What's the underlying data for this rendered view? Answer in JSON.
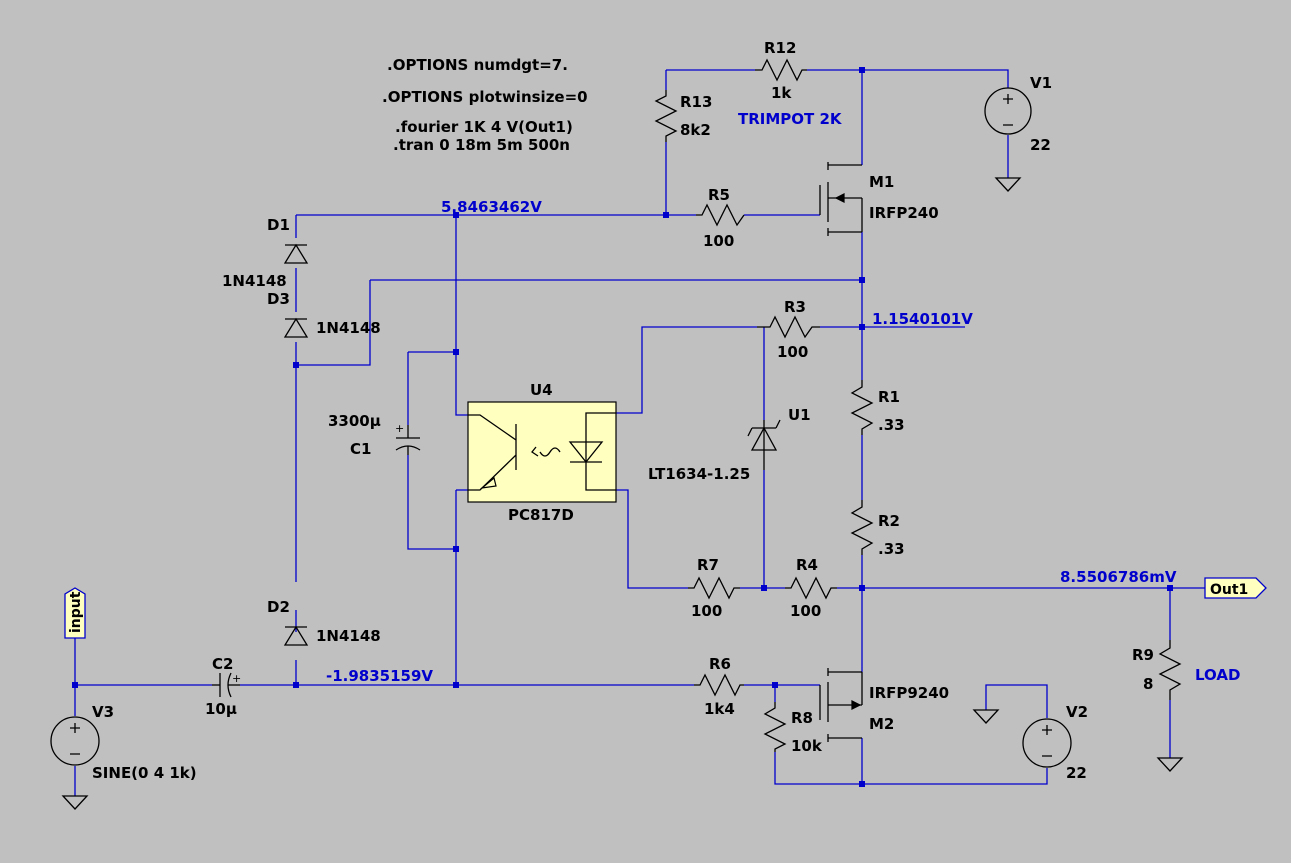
{
  "directives": [
    ".OPTIONS numdgt=7.",
    ".OPTIONS plotwinsize=0",
    ".fourier 1K 4 V(Out1)",
    ".tran 0 18m 5m 500n"
  ],
  "node_voltages": {
    "top": "5.8463462V",
    "mid": "1.1540101V",
    "out": "8.5506786mV",
    "bottom": "-1.9835159V"
  },
  "notes": {
    "trimpot": "TRIMPOT 2K",
    "load": "LOAD"
  },
  "ports": {
    "input": "input",
    "out": "Out1"
  },
  "components": {
    "R12": {
      "name": "R12",
      "value": "1k"
    },
    "R13": {
      "name": "R13",
      "value": "8k2"
    },
    "R5": {
      "name": "R5",
      "value": "100"
    },
    "R3": {
      "name": "R3",
      "value": "100"
    },
    "R1": {
      "name": "R1",
      "value": ".33"
    },
    "R2": {
      "name": "R2",
      "value": ".33"
    },
    "R7": {
      "name": "R7",
      "value": "100"
    },
    "R4": {
      "name": "R4",
      "value": "100"
    },
    "R6": {
      "name": "R6",
      "value": "1k4"
    },
    "R8": {
      "name": "R8",
      "value": "10k"
    },
    "R9": {
      "name": "R9",
      "value": "8"
    },
    "V1": {
      "name": "V1",
      "value": "22"
    },
    "V2": {
      "name": "V2",
      "value": "22"
    },
    "V3": {
      "name": "V3",
      "value": "SINE(0 4 1k)"
    },
    "M1": {
      "name": "M1",
      "value": "IRFP240"
    },
    "M2": {
      "name": "M2",
      "value": "IRFP9240"
    },
    "D1": {
      "name": "D1",
      "value": "1N4148"
    },
    "D3": {
      "name": "D3",
      "value": "1N4148"
    },
    "D2": {
      "name": "D2",
      "value": "1N4148"
    },
    "C1": {
      "name": "C1",
      "value": "3300µ"
    },
    "C2": {
      "name": "C2",
      "value": "10µ"
    },
    "U4": {
      "name": "U4",
      "value": "PC817D"
    },
    "U1": {
      "name": "U1",
      "value": "LT1634-1.25"
    }
  },
  "colors": {
    "background": "#c0c0c0",
    "wire": "#0000cc",
    "component": "#000000",
    "optocoupler_fill": "#ffffc0"
  }
}
